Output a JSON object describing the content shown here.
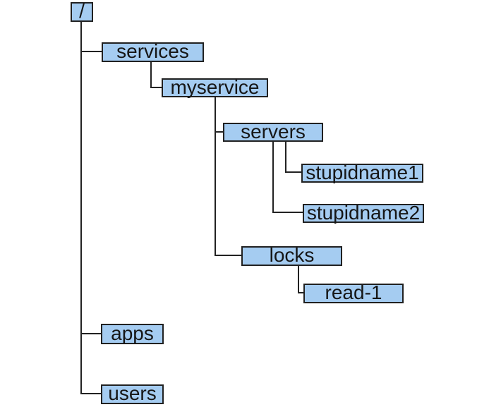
{
  "diagram": {
    "kind": "tree",
    "colors": {
      "background": "#ffffff",
      "node_fill": "#a5ccf1",
      "node_border": "#212121",
      "connector": "#222222",
      "text": "#161616"
    },
    "nodes": {
      "root": "/",
      "services": "services",
      "myservice": "myservice",
      "servers": "servers",
      "stupidname1": "stupidname1",
      "stupidname2": "stupidname2",
      "locks": "locks",
      "read_1": "read-1",
      "apps": "apps",
      "users": "users"
    },
    "edges": [
      [
        "/",
        "services"
      ],
      [
        "/",
        "apps"
      ],
      [
        "/",
        "users"
      ],
      [
        "services",
        "myservice"
      ],
      [
        "myservice",
        "servers"
      ],
      [
        "myservice",
        "locks"
      ],
      [
        "servers",
        "stupidname1"
      ],
      [
        "servers",
        "stupidname2"
      ],
      [
        "locks",
        "read-1"
      ]
    ]
  }
}
